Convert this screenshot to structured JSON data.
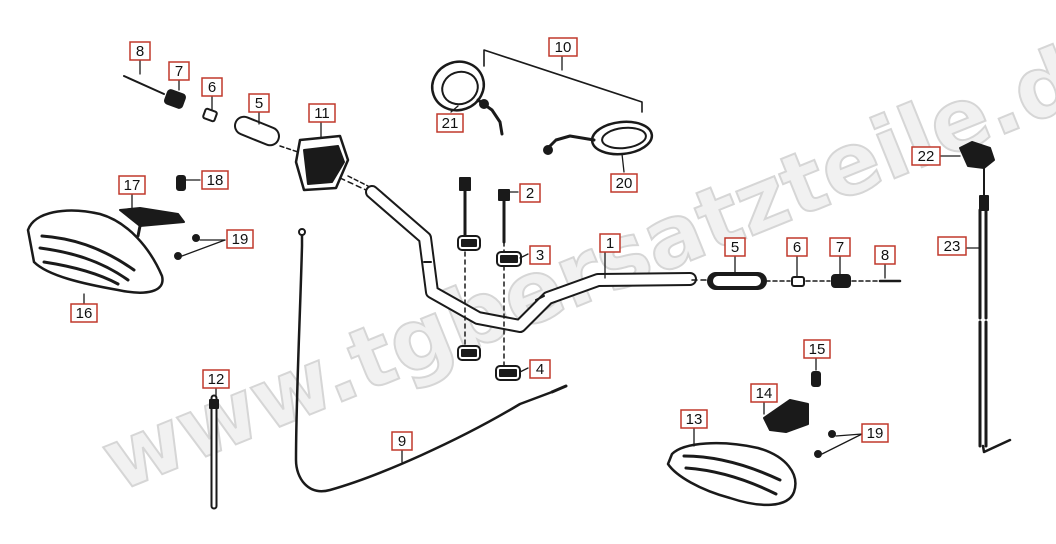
{
  "colors": {
    "line": "#1a1a1a",
    "label_border": "#c0392b",
    "label_text": "#111111",
    "watermark_fill": "#f1f1f1",
    "watermark_stroke": "#d6d6d6"
  },
  "watermark": "www.tgbersatzteile.de",
  "callouts": [
    {
      "id": "c8a",
      "text": "8"
    },
    {
      "id": "c7a",
      "text": "7"
    },
    {
      "id": "c6a",
      "text": "6"
    },
    {
      "id": "c5a",
      "text": "5"
    },
    {
      "id": "c11",
      "text": "11"
    },
    {
      "id": "c10",
      "text": "10"
    },
    {
      "id": "c21",
      "text": "21"
    },
    {
      "id": "c20",
      "text": "20"
    },
    {
      "id": "c17",
      "text": "17"
    },
    {
      "id": "c18",
      "text": "18"
    },
    {
      "id": "c19a",
      "text": "19"
    },
    {
      "id": "c16",
      "text": "16"
    },
    {
      "id": "c2",
      "text": "2"
    },
    {
      "id": "c3",
      "text": "3"
    },
    {
      "id": "c1",
      "text": "1"
    },
    {
      "id": "c4",
      "text": "4"
    },
    {
      "id": "c5b",
      "text": "5"
    },
    {
      "id": "c6b",
      "text": "6"
    },
    {
      "id": "c7b",
      "text": "7"
    },
    {
      "id": "c8b",
      "text": "8"
    },
    {
      "id": "c22",
      "text": "22"
    },
    {
      "id": "c23",
      "text": "23"
    },
    {
      "id": "c12",
      "text": "12"
    },
    {
      "id": "c9",
      "text": "9"
    },
    {
      "id": "c15",
      "text": "15"
    },
    {
      "id": "c14",
      "text": "14"
    },
    {
      "id": "c13",
      "text": "13"
    },
    {
      "id": "c19b",
      "text": "19"
    }
  ]
}
